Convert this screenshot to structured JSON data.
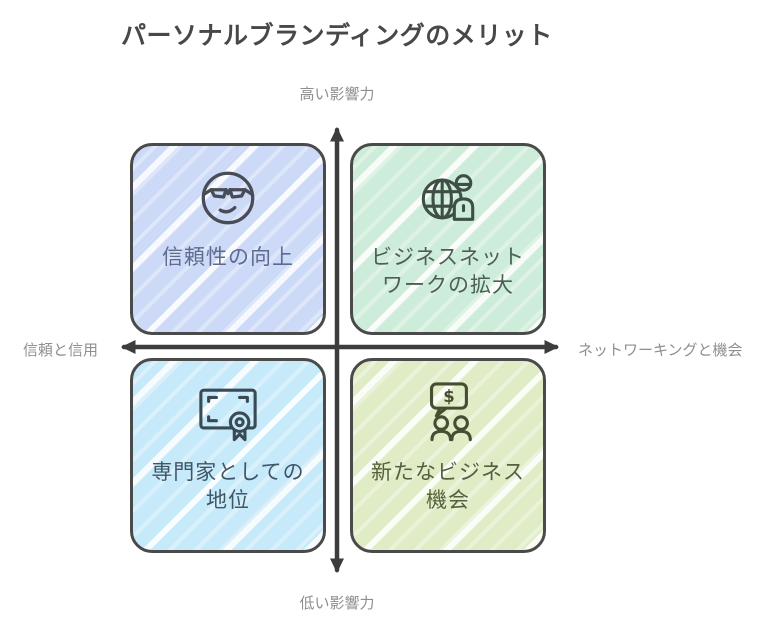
{
  "title": "パーソナルブランディングのメリット",
  "axes": {
    "top": "高い影響力",
    "bottom": "低い影響力",
    "left": "信頼と信用",
    "right": "ネットワーキングと機会",
    "line_color": "#3d3d3d",
    "label_color": "#8f8f8f"
  },
  "quadrants": [
    {
      "position": "top-left",
      "label": "信頼性の向上",
      "icon": "cool-face-icon",
      "fill": "#ccd9f7",
      "text_color": "#5e6b8f",
      "icon_color": "#474c56"
    },
    {
      "position": "top-right",
      "label": "ビジネスネットワークの拡大",
      "icon": "globe-user-icon",
      "fill": "#cdecd9",
      "text_color": "#4d5f54",
      "icon_color": "#3f4f46"
    },
    {
      "position": "bottom-left",
      "label": "専門家としての地位",
      "icon": "certificate-icon",
      "fill": "#c6eaf9",
      "text_color": "#3f5666",
      "icon_color": "#394a54"
    },
    {
      "position": "bottom-right",
      "label": "新たなビジネス機会",
      "icon": "dollar-chat-people-icon",
      "fill": "#dfecc5",
      "text_color": "#55603f",
      "icon_color": "#464d33"
    }
  ],
  "style": {
    "background": "#ffffff",
    "title_color": "#484848",
    "box_border_color": "#4a4a4a"
  }
}
